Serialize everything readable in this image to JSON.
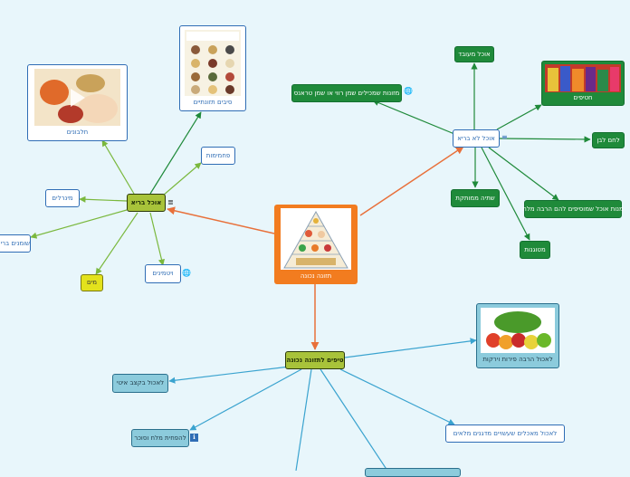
{
  "central": {
    "label": "תזונה נכונה"
  },
  "healthy": {
    "label": "אוכל בריא",
    "children": {
      "proteins": "חלבונים",
      "legumes": "סיבים תזונתיים",
      "carbs": "פחמימות",
      "minerals": "מינרלים",
      "fats": "שומנים בריאים",
      "vitamins": "ויטמינים",
      "water": "מים"
    }
  },
  "unhealthy": {
    "label": "אוכל לא בריא",
    "children": {
      "processed": "אוכל מעובד",
      "sweets": "חטיפים",
      "white_bread": "לחם לבן",
      "red_meat": "מנות אוכל שמוסיפים להם הרבה מלח",
      "fried": "מטוגנות",
      "sugary_drinks": "שתיה ממותקת",
      "fast_food": "מזונות שמכילים שמן רווי או שמן טראנס"
    }
  },
  "tips": {
    "label": "טיפים לתזונה נכונה",
    "children": {
      "fruits_veg": "לאכול הרבה פירות וירקות",
      "regular_meals": "לאכול בקצב איטי",
      "avoid_salt_sugar": "להפחית מלח וסוכר",
      "whole_grains": "לאכול מאכלים שעשויים מדגנים מלאים"
    }
  },
  "icons": {
    "globe": "globe-icon",
    "notes": "notes-icon",
    "note": "note-icon",
    "attachment": "attachment-icon"
  },
  "colors": {
    "background": "#e8f6fb",
    "central": "#f27c1f",
    "healthy_edge": "#7ab83d",
    "unhealthy_edge": "#1f8a3a",
    "tips_edge": "#3aa3cf",
    "link_orange": "#e8703a"
  }
}
